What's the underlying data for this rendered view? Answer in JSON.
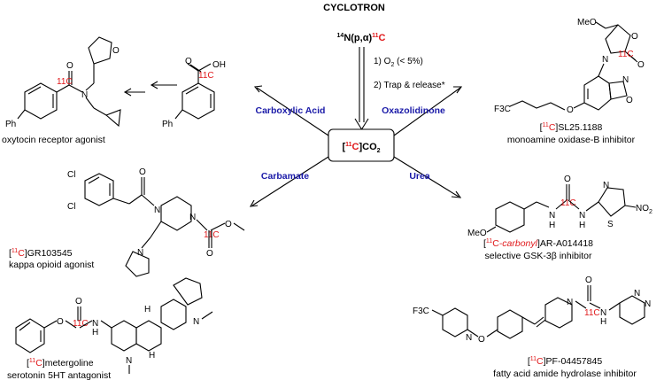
{
  "title": "CYCLOTRON",
  "reaction": {
    "nuclear": "14N(p,α)11C",
    "step1": "1) O2 (< 5%)",
    "step2": "2) Trap & release*",
    "center": "[11C]CO2"
  },
  "routes": [
    {
      "key": "carboxylic",
      "label": "Carboxylic Acid"
    },
    {
      "key": "oxazolidinone",
      "label": "Oxazolidinone"
    },
    {
      "key": "carbamate",
      "label": "Carbamate"
    },
    {
      "key": "urea",
      "label": "Urea"
    }
  ],
  "compounds": {
    "oxytocin": {
      "caption": "oxytocin receptor agonist"
    },
    "sl25": {
      "name": "[11C]SL25.1188",
      "caption": "monoamine oxidase-B inhibitor"
    },
    "gr": {
      "name": "[11C]GR103545",
      "caption": "kappa opioid agonist"
    },
    "ar": {
      "name": "[11C-carbonyl]AR-A014418",
      "caption": "selective GSK-3β inhibitor"
    },
    "metergoline": {
      "name": "[11C]metergoline",
      "caption": "serotonin 5HT antagonist"
    },
    "pf": {
      "name": "[11C]PF-04457845",
      "caption": "fatty acid amide hydrolase inhibitor"
    }
  },
  "atom_labels": {
    "ph": "Ph",
    "c11": "11C",
    "n": "N",
    "o": "O",
    "oh": "OH",
    "meo": "MeO",
    "cl": "Cl",
    "f3c": "F3C",
    "no2": "NO2",
    "s": "S",
    "h": "H",
    "nh": "N H"
  },
  "colors": {
    "accent": "#e0191b",
    "route": "#1a1aa8"
  }
}
